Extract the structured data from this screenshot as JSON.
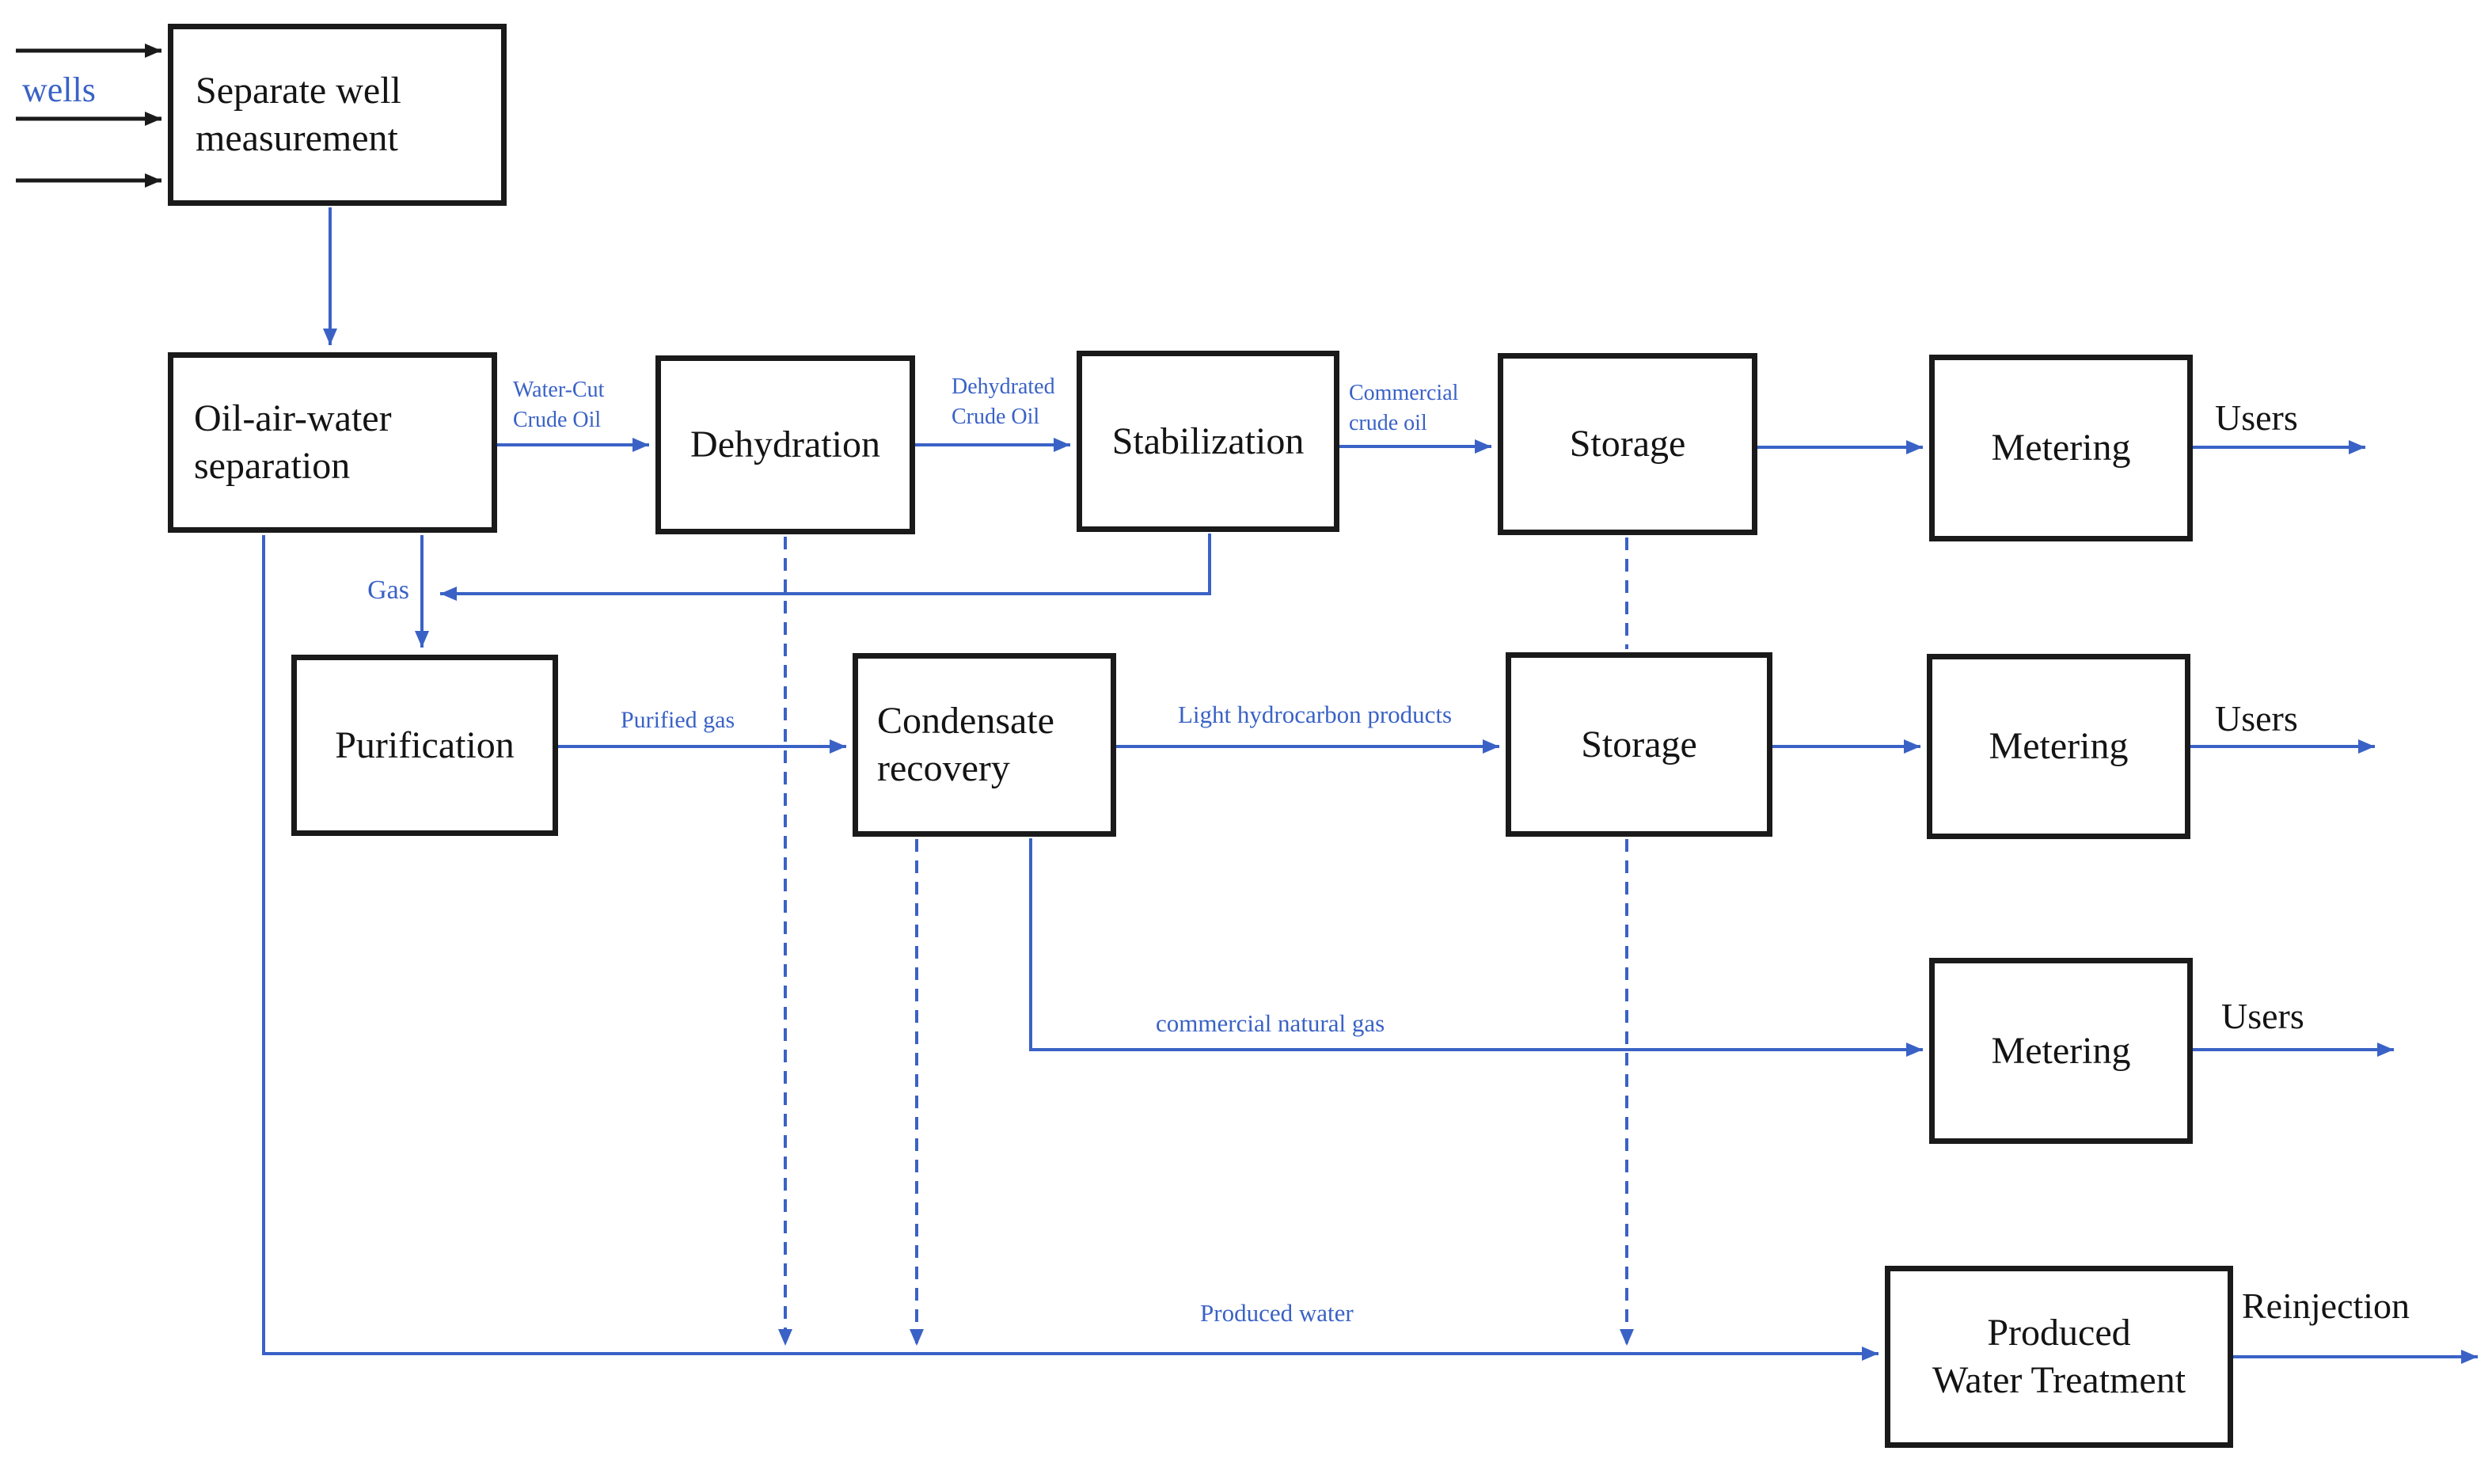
{
  "figure": {
    "colors": {
      "flow_blue": "#3a62c6",
      "box_border": "#1a1a1a",
      "box_text": "#141414",
      "background": "#ffffff"
    },
    "nodes": [
      {
        "id": "separate-well-measurement",
        "label": "Separate well measurement",
        "lines": [
          "Separate well",
          "measurement"
        ]
      },
      {
        "id": "oil-air-water-separation",
        "label": "Oil-air-water separation",
        "lines": [
          "Oil-air-water",
          "separation"
        ]
      },
      {
        "id": "dehydration",
        "label": "Dehydration",
        "lines": [
          "Dehydration"
        ]
      },
      {
        "id": "stabilization",
        "label": "Stabilization",
        "lines": [
          "Stabilization"
        ]
      },
      {
        "id": "storage-crude",
        "label": "Storage",
        "lines": [
          "Storage"
        ]
      },
      {
        "id": "metering-crude",
        "label": "Metering",
        "lines": [
          "Metering"
        ]
      },
      {
        "id": "purification",
        "label": "Purification",
        "lines": [
          "Purification"
        ]
      },
      {
        "id": "condensate-recovery",
        "label": "Condensate recovery",
        "lines": [
          "Condensate",
          "recovery"
        ]
      },
      {
        "id": "storage-light-hc",
        "label": "Storage",
        "lines": [
          "Storage"
        ]
      },
      {
        "id": "metering-light-hc",
        "label": "Metering",
        "lines": [
          "Metering"
        ]
      },
      {
        "id": "metering-gas",
        "label": "Metering",
        "lines": [
          "Metering"
        ]
      },
      {
        "id": "produced-water-treatment",
        "label": "Produced Water Treatment",
        "lines": [
          "Produced",
          "Water Treatment"
        ]
      }
    ],
    "stream_labels": {
      "wells": "wells",
      "water_cut": {
        "lines": [
          "Water-Cut",
          "Crude Oil"
        ]
      },
      "dehydrated": {
        "lines": [
          "Dehydrated",
          "Crude Oil"
        ]
      },
      "commercial_crude": {
        "lines": [
          "Commercial",
          "crude oil"
        ]
      },
      "gas": "Gas",
      "purified_gas": "Purified gas",
      "light_hydrocarbon": "Light hydrocarbon products",
      "commercial_natural_gas": "commercial natural gas",
      "produced_water": "Produced water",
      "users_crude": "Users",
      "users_light_hc": "Users",
      "users_gas": "Users",
      "reinjection": "Reinjection"
    }
  }
}
